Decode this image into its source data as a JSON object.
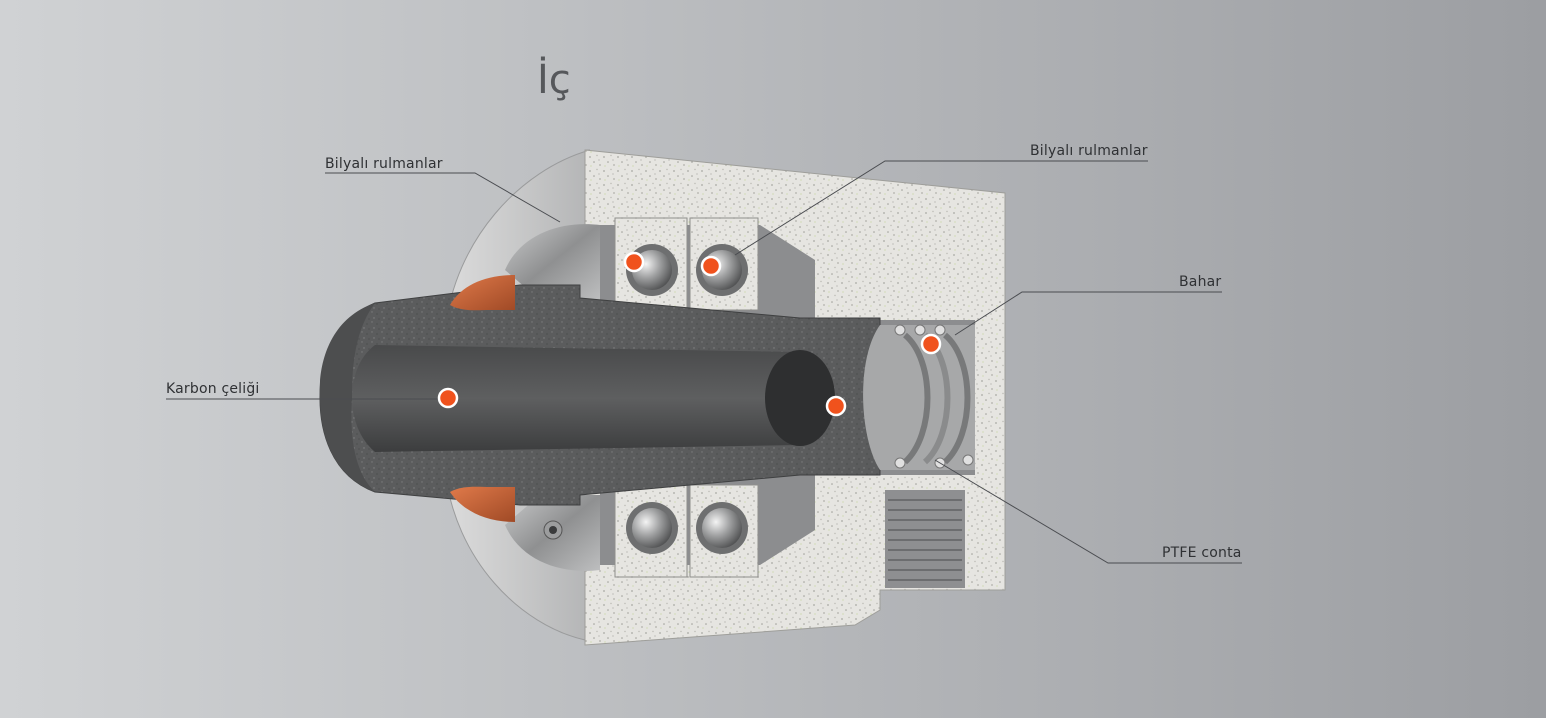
{
  "title": "İç",
  "callouts": {
    "bearing_left": "Bilyalı rulmanlar",
    "bearing_right": "Bilyalı rulmanlar",
    "spring": "Bahar",
    "carbon_steel": "Karbon çeliği",
    "ptfe_seal": "PTFE conta"
  },
  "colors": {
    "hotspot": "#f0521d",
    "housing_cut": "#e4e3df",
    "shaft_cut": "#555656",
    "seal_orange": "#c4623a",
    "leader_line": "#4a4c50"
  }
}
